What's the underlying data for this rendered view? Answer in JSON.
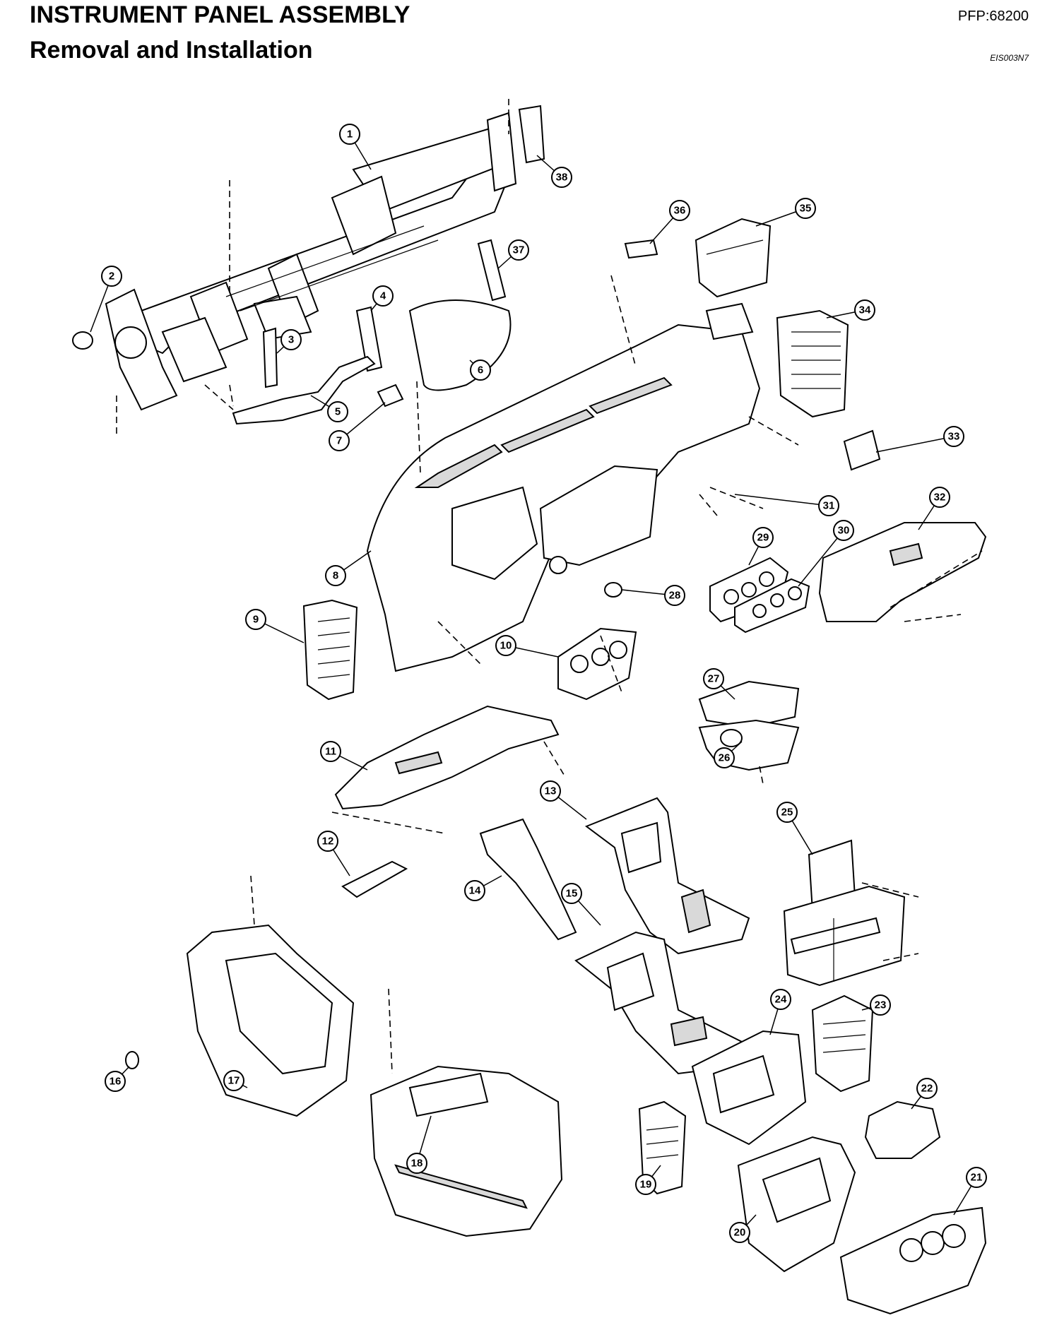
{
  "header": {
    "title": "INSTRUMENT PANEL ASSEMBLY",
    "subtitle": "Removal and Installation",
    "pfp": "PFP:68200",
    "doc_id": "EIS003N7"
  },
  "callouts": [
    {
      "label": "1"
    },
    {
      "label": "2"
    },
    {
      "label": "3"
    },
    {
      "label": "4"
    },
    {
      "label": "5"
    },
    {
      "label": "6"
    },
    {
      "label": "7"
    },
    {
      "label": "8"
    },
    {
      "label": "9"
    },
    {
      "label": "10"
    },
    {
      "label": "11"
    },
    {
      "label": "12"
    },
    {
      "label": "13"
    },
    {
      "label": "14"
    },
    {
      "label": "15"
    },
    {
      "label": "16"
    },
    {
      "label": "17"
    },
    {
      "label": "18"
    },
    {
      "label": "19"
    },
    {
      "label": "20"
    },
    {
      "label": "21"
    },
    {
      "label": "22"
    },
    {
      "label": "23"
    },
    {
      "label": "24"
    },
    {
      "label": "25"
    },
    {
      "label": "26"
    },
    {
      "label": "27"
    },
    {
      "label": "28"
    },
    {
      "label": "29"
    },
    {
      "label": "30"
    },
    {
      "label": "31"
    },
    {
      "label": "32"
    },
    {
      "label": "33"
    },
    {
      "label": "34"
    },
    {
      "label": "35"
    },
    {
      "label": "36"
    },
    {
      "label": "37"
    },
    {
      "label": "38"
    }
  ]
}
